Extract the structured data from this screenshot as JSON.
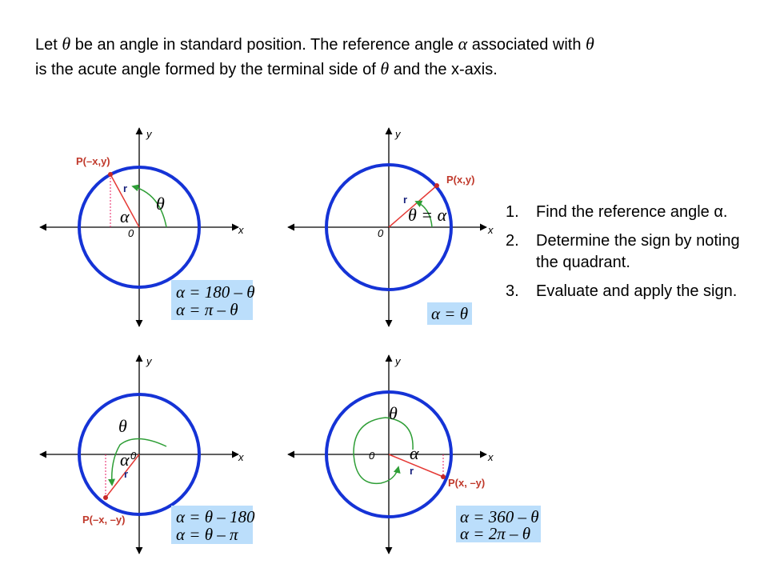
{
  "intro": {
    "p1": "Let ",
    "theta": "θ",
    "p2": " be an angle in standard position.  The reference angle ",
    "alpha": "α",
    "p3": " associated with ",
    "p4": " is the acute angle formed by the terminal side of ",
    "p5": " and the x-axis."
  },
  "panels": [
    {
      "y_label": "y",
      "x_label": "x",
      "origin_label": "0",
      "point_label": "P(–x,y)",
      "r_label": "r",
      "theta": "θ",
      "alpha": "α",
      "formulas": [
        "α = 180 – θ",
        "α = π – θ"
      ]
    },
    {
      "y_label": "y",
      "x_label": "x",
      "origin_label": "0",
      "point_label": "P(x,y)",
      "r_label": "r",
      "angle_label": "θ = α",
      "formulas": [
        "α = θ"
      ]
    },
    {
      "y_label": "y",
      "x_label": "x",
      "origin_label": "0",
      "point_label": "P(–x, –y)",
      "r_label": "r",
      "theta": "θ",
      "alpha": "α",
      "formulas": [
        "α = θ – 180",
        "α = θ – π"
      ]
    },
    {
      "y_label": "y",
      "x_label": "x",
      "origin_label": "0",
      "point_label": "P(x, –y)",
      "r_label": "r",
      "theta": "θ",
      "alpha": "α",
      "formulas": [
        "α = 360 – θ",
        "α = 2π – θ"
      ]
    }
  ],
  "steps": [
    {
      "num": "1.",
      "text": "Find the reference angle α."
    },
    {
      "num": "2.",
      "text": "Determine the sign by noting the quadrant."
    },
    {
      "num": "3.",
      "text": "Evaluate and apply the sign."
    }
  ],
  "colors": {
    "circle": "#1533d6",
    "radius": "#e53935",
    "arc": "#2e9e36",
    "formula_bg": "#bbdefb",
    "dotted": "#e91e63"
  }
}
